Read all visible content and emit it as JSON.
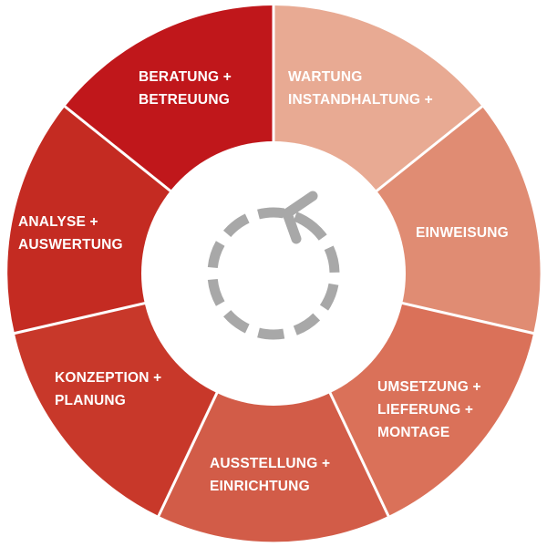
{
  "diagram": {
    "colors": {
      "seg_1": "#c0171b",
      "seg_2": "#c42b22",
      "seg_3": "#c8382a",
      "seg_4": "#cd4a3a",
      "seg_5": "#d25c48",
      "seg_6": "#da7159",
      "seg_7": "#e08c73",
      "seg_8": "#e8aa93",
      "center": "#ffffff",
      "cycle_icon": "#a8a8a8",
      "label_text": "#ffffff"
    },
    "segments": [
      {
        "id": "beratung",
        "lines": [
          "BERATUNG +",
          "BETREUUNG"
        ]
      },
      {
        "id": "wartung",
        "lines": [
          "WARTUNG",
          "INSTANDHALTUNG +"
        ]
      },
      {
        "id": "einweisung",
        "lines": [
          "EINWEISUNG"
        ]
      },
      {
        "id": "umsetzung",
        "lines": [
          "UMSETZUNG +",
          "LIEFERUNG +",
          "MONTAGE"
        ]
      },
      {
        "id": "ausstellung",
        "lines": [
          "AUSSTELLUNG +",
          "EINRICHTUNG"
        ]
      },
      {
        "id": "konzeption",
        "lines": [
          "KONZEPTION +",
          "PLANUNG"
        ]
      },
      {
        "id": "analyse",
        "lines": [
          "ANALYSE +",
          "AUSWERTUNG"
        ]
      }
    ],
    "center_icon": "cycle-arrow-icon"
  }
}
